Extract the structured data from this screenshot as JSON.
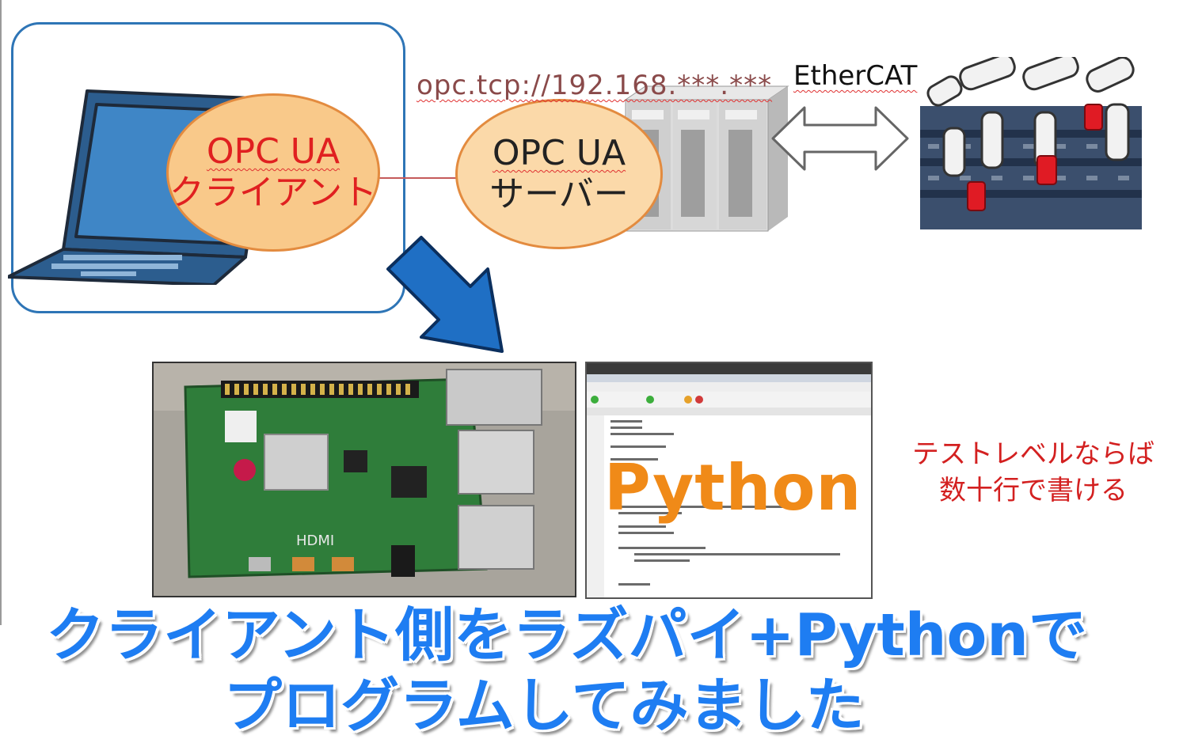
{
  "network": {
    "url": "opc.tcp://192.168.***.***",
    "fieldbus": "EtherCAT"
  },
  "client": {
    "line1": "OPC UA",
    "line2": "クライアント"
  },
  "server": {
    "line1": "OPC UA",
    "line2": "サーバー"
  },
  "ide": {
    "overlay_word": "Python"
  },
  "note": {
    "line1": "テストレベルならば",
    "line2": "数十行で書ける"
  },
  "headline": {
    "line1": "クライアント側をラズパイ+Pythonで",
    "line2": "プログラムしてみました"
  },
  "colors": {
    "frame_blue": "#2e75b6",
    "ellipse_fill": "#f9c98a",
    "ellipse_border": "#e38b3f",
    "client_text": "#e02020",
    "headline_blue": "#1e7df2",
    "python_orange": "#f08a18",
    "note_red": "#d32020",
    "arrow_blue": "#1f6fc4"
  },
  "icons": [
    "laptop-icon",
    "plc-icon",
    "robot-arms-icon",
    "double-arrow-icon",
    "down-arrow-icon"
  ]
}
